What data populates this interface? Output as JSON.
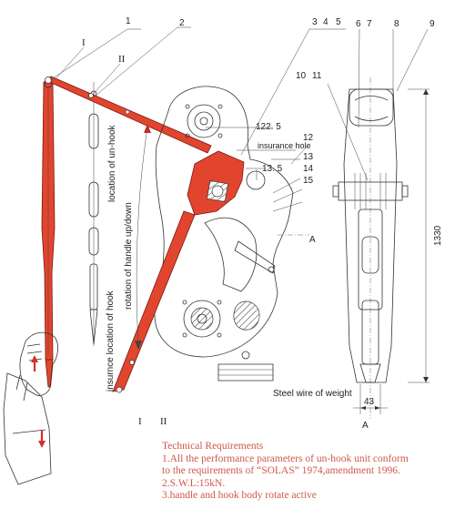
{
  "part_numbers": [
    "1",
    "2",
    "3",
    "4",
    "5",
    "6",
    "7",
    "8",
    "9",
    "10",
    "11",
    "12",
    "13",
    "14",
    "15"
  ],
  "roman_top_i": "I",
  "roman_top_ii": "II",
  "roman_bot_i": "I",
  "roman_bot_ii": "II",
  "label_location_unhook": "location of un-hook",
  "label_rotation_handle": "rotation of handle up/down",
  "label_insurance_location": "insurnce location of hook",
  "label_insurance_hole": "insurance hole",
  "dim_122_5": "122. 5",
  "dim_13_5": "13. 5",
  "label_section_a": "A",
  "label_section_a2": "A",
  "label_steel_wire": "Steel wire of weight",
  "dim_1330": "1330",
  "dim_43": "43",
  "tech": {
    "title": "Technical Requirements",
    "line1a": "1.All the performance parameters of un-hook unit conform",
    "line1b": "to the requirements of “SOLAS” 1974,amendment 1996.",
    "line2": "2.S.W.L:15kN.",
    "line3": "3.handle and hook body rotate active"
  },
  "colors": {
    "handle_red": "#e2452e",
    "text_red": "#d0584a"
  }
}
